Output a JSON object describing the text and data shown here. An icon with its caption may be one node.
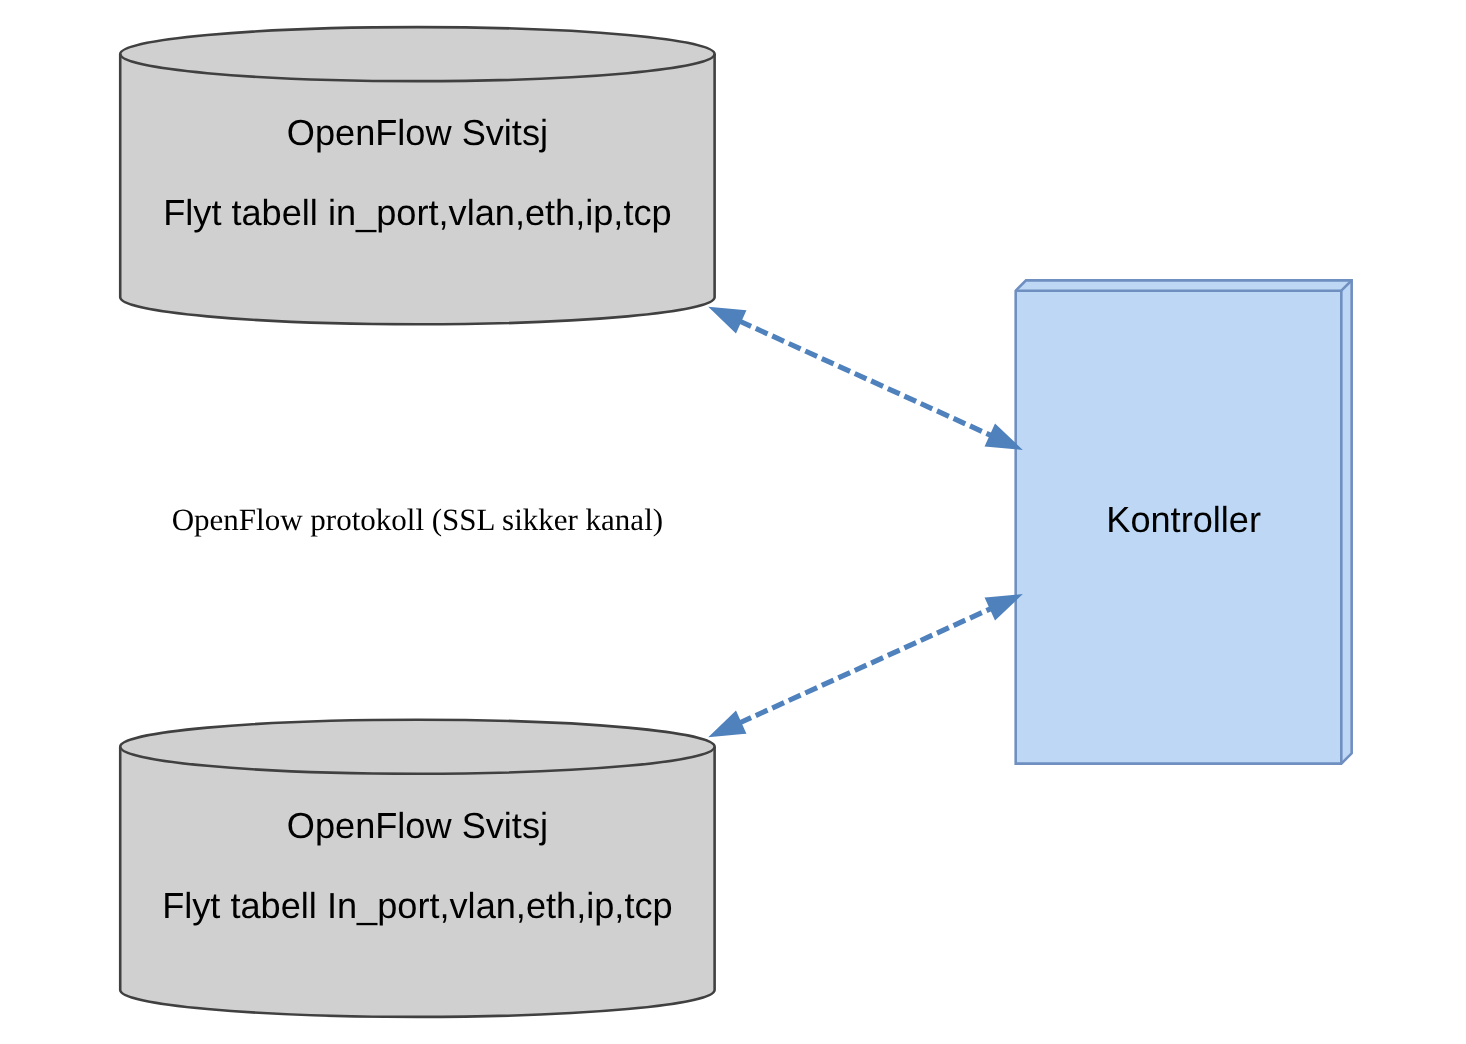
{
  "diagram": {
    "nodes": [
      {
        "text": [
          "OpenFlow Svitsj",
          "Flyt tabell in_port,vlan,eth,ip,tcp"
        ]
      },
      {
        "text": [
          "Kontroller"
        ]
      },
      {
        "text": [
          "OpenFlow Svitsj",
          "Flyt tabell In_port,vlan,eth,ip,tcp"
        ]
      }
    ],
    "edges": [
      {
        "from": 0,
        "to": 1,
        "arrow": "both",
        "style": "dashed"
      },
      {
        "from": 2,
        "to": 1,
        "arrow": "both",
        "style": "dashed"
      }
    ],
    "labels": [
      "OpenFlow protokoll (SSL sikker kanal)"
    ]
  }
}
